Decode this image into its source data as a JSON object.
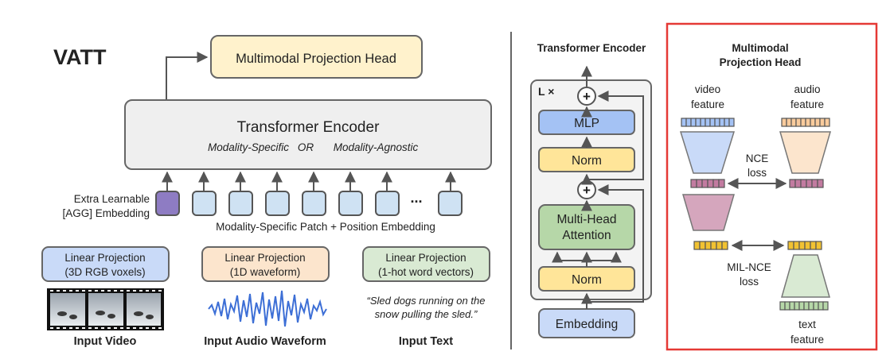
{
  "vatt": {
    "title": "VATT",
    "projection_head": "Multimodal Projection Head",
    "encoder_title": "Transformer Encoder",
    "encoder_subtitle_left": "Modality-Specific",
    "encoder_subtitle_or": "OR",
    "encoder_subtitle_right": "Modality-Agnostic",
    "agg_label_line1": "Extra Learnable",
    "agg_label_line2": "[AGG] Embedding",
    "ellipsis": "...",
    "patch_label": "Modality-Specific Patch + Position Embedding",
    "video_proj_line1": "Linear Projection",
    "video_proj_line2": "(3D RGB voxels)",
    "audio_proj_line1": "Linear Projection",
    "audio_proj_line2": "(1D waveform)",
    "text_proj_line1": "Linear Projection",
    "text_proj_line2": "(1-hot word vectors)",
    "quote_line1": "“Sled dogs running on the",
    "quote_line2": "snow pulling the sled.”",
    "input_video": "Input Video",
    "input_audio": "Input Audio Waveform",
    "input_text": "Input Text"
  },
  "encoder_detail": {
    "title": "Transformer Encoder",
    "repeat": "L ×",
    "mlp": "MLP",
    "norm_top": "Norm",
    "mha_line1": "Multi-Head",
    "mha_line2": "Attention",
    "norm_bottom": "Norm",
    "embedding": "Embedding",
    "plus": "+"
  },
  "projection_detail": {
    "title_line1": "Multimodal",
    "title_line2": "Projection Head",
    "video_line1": "video",
    "video_line2": "feature",
    "audio_line1": "audio",
    "audio_line2": "feature",
    "nce_line1": "NCE",
    "nce_line2": "loss",
    "milnce_line1": "MIL-NCE",
    "milnce_line2": "loss",
    "text_line1": "text",
    "text_line2": "feature"
  },
  "colors": {
    "highlight_border": "#e53935",
    "agg_token": "#8e7cc3",
    "patch_token": "#cfe2f3",
    "header_box": "#fff2cc",
    "video_fill": "#c9daf8",
    "audio_fill": "#fce5cd",
    "text_fill": "#d9ead3",
    "mha_fill": "#b6d7a8",
    "mlp_fill": "#a4c2f4",
    "norm_fill": "#ffe599",
    "pink_fill": "#d5a6bd",
    "gold_fill": "#f1c232",
    "encoder_fill": "#efefef"
  }
}
